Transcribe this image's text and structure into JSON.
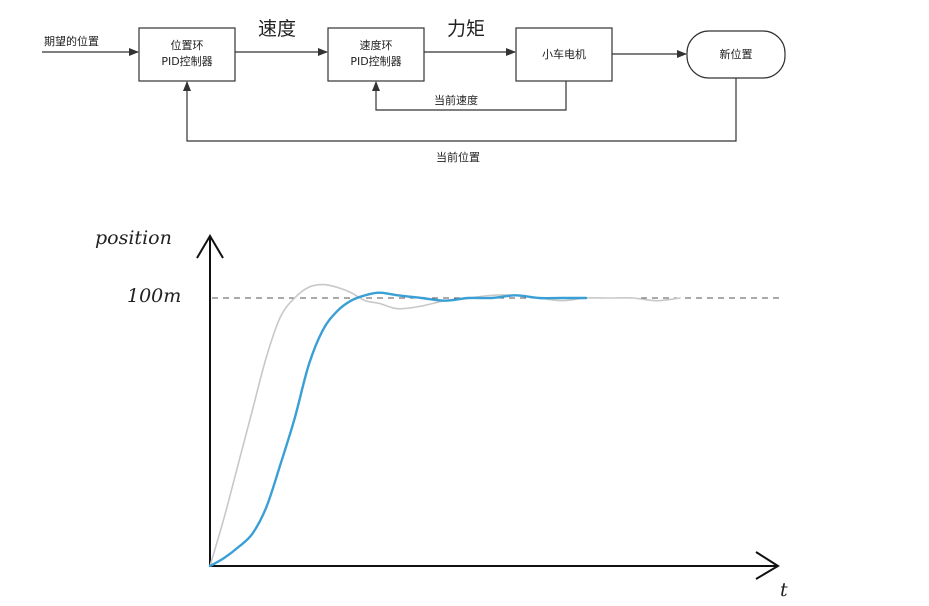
{
  "diagram": {
    "input_label": "期望的位置",
    "pos_ctrl": {
      "line1": "位置环",
      "line2": "PID控制器"
    },
    "speed_label": "速度",
    "spd_ctrl": {
      "line1": "速度环",
      "line2": "PID控制器"
    },
    "torque_label": "力矩",
    "motor": "小车电机",
    "output": "新位置",
    "speed_feedback": "当前速度",
    "pos_feedback": "当前位置"
  },
  "chart_data": {
    "type": "line",
    "ylabel": "position",
    "xlabel": "t",
    "reference": {
      "label": "100m",
      "value": 100
    },
    "ylim": [
      0,
      112
    ],
    "xlim": [
      0,
      100
    ],
    "series": [
      {
        "color": "#c8c8c8",
        "x": [
          0,
          3,
          6,
          9,
          12,
          15,
          18,
          21,
          24,
          27,
          30,
          33,
          36,
          40,
          45,
          50,
          55,
          60,
          65,
          70,
          75,
          80,
          85,
          90,
          95,
          100
        ],
        "y": [
          0,
          18,
          38,
          58,
          78,
          93,
          100,
          104,
          105,
          104,
          102,
          99,
          98,
          96,
          97,
          99,
          100,
          101,
          101,
          100,
          99,
          100,
          100,
          100,
          99,
          100
        ]
      },
      {
        "color": "#3a9fd5",
        "x": [
          0,
          3,
          6,
          9,
          12,
          15,
          18,
          21,
          24,
          27,
          30,
          33,
          36,
          40,
          45,
          50,
          55,
          60,
          65,
          70,
          75,
          80
        ],
        "y": [
          0,
          3,
          7,
          12,
          22,
          38,
          55,
          75,
          88,
          95,
          99,
          101,
          102,
          101,
          100,
          99,
          100,
          100,
          101,
          100,
          100,
          100
        ]
      }
    ]
  }
}
